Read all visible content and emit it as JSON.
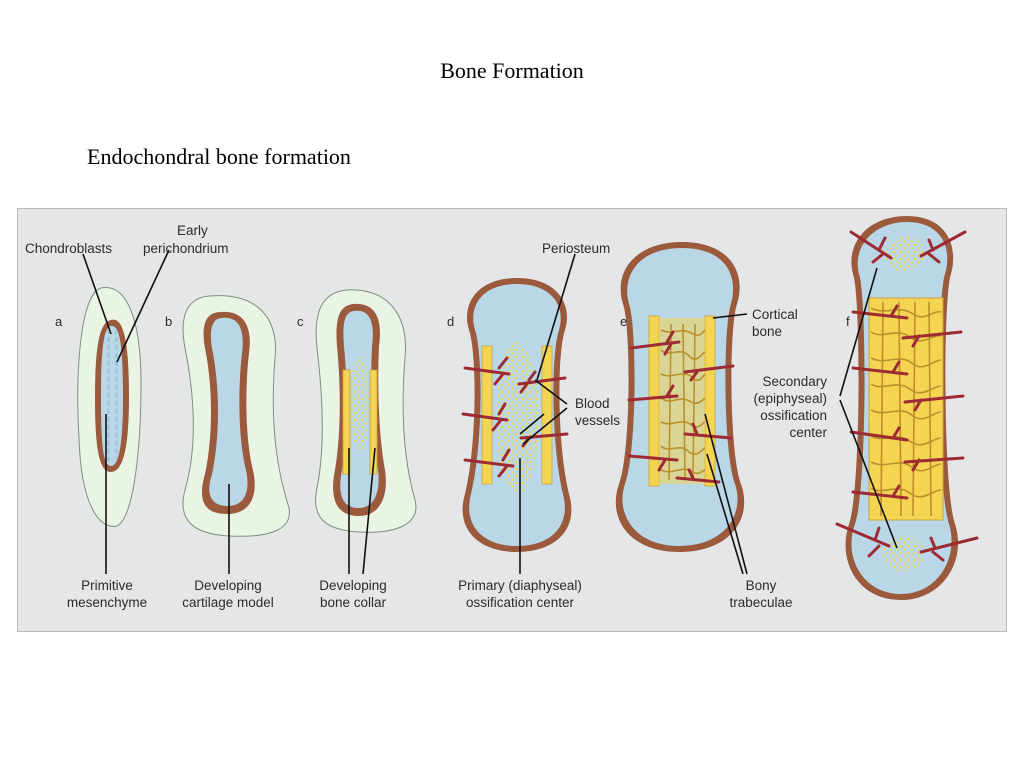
{
  "slide": {
    "title": "Bone Formation",
    "subtitle": "Endochondral bone formation"
  },
  "figure": {
    "panels": [
      "a",
      "b",
      "c",
      "d",
      "e",
      "f"
    ],
    "labels": {
      "chondroblasts": "Chondroblasts",
      "early": "Early",
      "perichondrium": "perichondrium",
      "primitive": "Primitive",
      "mesenchyme": "mesenchyme",
      "developing_b": "Developing",
      "cartilage_model": "cartilage model",
      "developing_c": "Developing",
      "bone_collar": "bone collar",
      "periosteum": "Periosteum",
      "blood": "Blood",
      "vessels": "vessels",
      "primary_1": "Primary (diaphyseal)",
      "primary_2": "ossification center",
      "cortical": "Cortical",
      "bone": "bone",
      "secondary_1": "Secondary",
      "secondary_2": "(epiphyseal)",
      "secondary_3": "ossification",
      "secondary_4": "center",
      "bony": "Bony",
      "trabeculae": "trabeculae"
    },
    "colors": {
      "panel_bg": "#e4e6e8",
      "mesenchyme": "#e9f4e4",
      "cartilage": "#bad7e8",
      "perichondrium": "#9c5a3d",
      "bone_yellow": "#f5d451",
      "bone_outline": "#c8a53a",
      "vessel": "#9e2a34",
      "leader": "#111111"
    }
  }
}
